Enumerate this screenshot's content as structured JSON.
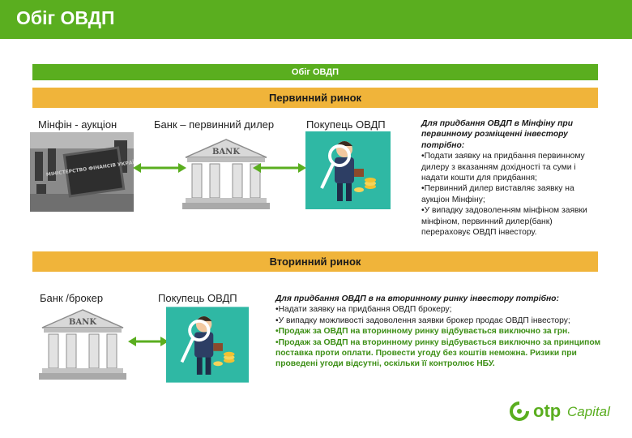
{
  "header": {
    "title": "Обіг ОВДП"
  },
  "banner": {
    "label": "Обіг ОВДП"
  },
  "primary": {
    "title": "Первинний ринок",
    "col1_label": "Мінфін - аукціон",
    "col2_label": "Банк – первинний дилер",
    "col3_label": "Покупець ОВДП",
    "bank_sign": "BANK",
    "plaque_text": "МІНІСТЕРСТВО ФІНАНСІВ УКРАЇНИ",
    "info_head": "Для придбання ОВДП в Мінфіну при первинному розміщенні інвестору потрібно:",
    "info_items": [
      "•Подати заявку на придбання первинному дилеру з вказанням дохідності та суми і надати кошти для придбання;",
      "•Первинний дилер виставляє заявку на аукціон Мінфіну;",
      "•У випадку задоволенням мінфіном заявки мінфіном, первинний дилер(банк) перераховує ОВДП інвестору."
    ]
  },
  "secondary": {
    "title": "Вторинний ринок",
    "col1_label": "Банк /брокер",
    "col2_label": "Покупець ОВДП",
    "bank_sign": "BANK",
    "info_head": "Для придбання ОВДП в на вторинному ринку інвестору потрібно:",
    "info_items": [
      "•Надати заявку на придбання ОВДП брокеру;",
      "•У випадку можливості задоволення заявки брокер продає ОВДП інвестору;",
      "•Продаж за ОВДП на вторинному ринку відбувається виключно за грн.",
      "•Продаж за ОВДП на вторинному ринку відбувається виключно за принципом поставка проти оплати. Провести угоду без коштів неможна. Ризики при проведені угоди відсутні, оскільки її контролює НБУ."
    ]
  },
  "logo": {
    "brand": "otp",
    "suffix": "Capital"
  },
  "colors": {
    "green": "#5aae1f",
    "orange": "#f0b43a",
    "teal": "#2fb8a4"
  }
}
